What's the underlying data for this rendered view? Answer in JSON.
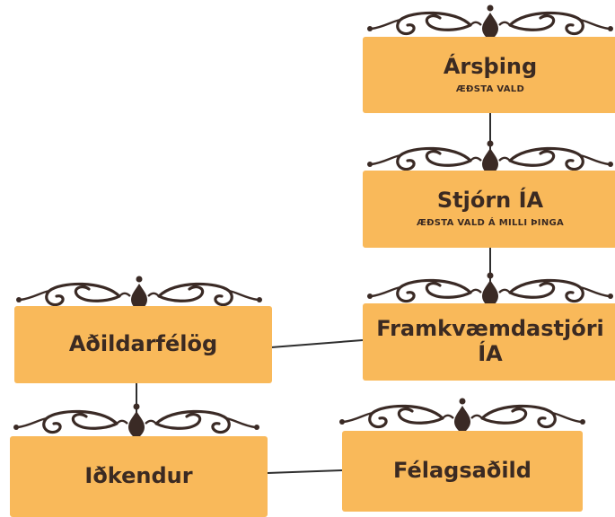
{
  "colors": {
    "box": "#F9B95A",
    "ink": "#3B2A22",
    "line": "#2E2E2E",
    "ornament": "#3A2A25"
  },
  "nodes": {
    "arsthing": {
      "title": "Ársþing",
      "subtitle": "ÆÐSTA VALD"
    },
    "stjorn": {
      "title": "Stjórn ÍA",
      "subtitle": "ÆÐSTA VALD Á MILLI ÞINGA"
    },
    "framkvaemdastjori": {
      "title": "Framkvæmdastjóri ÍA"
    },
    "adildarfelog": {
      "title": "Aðildarfélög"
    },
    "idkendur": {
      "title": "Iðkendur"
    },
    "felagsadild": {
      "title": "Félagsaðild"
    }
  }
}
